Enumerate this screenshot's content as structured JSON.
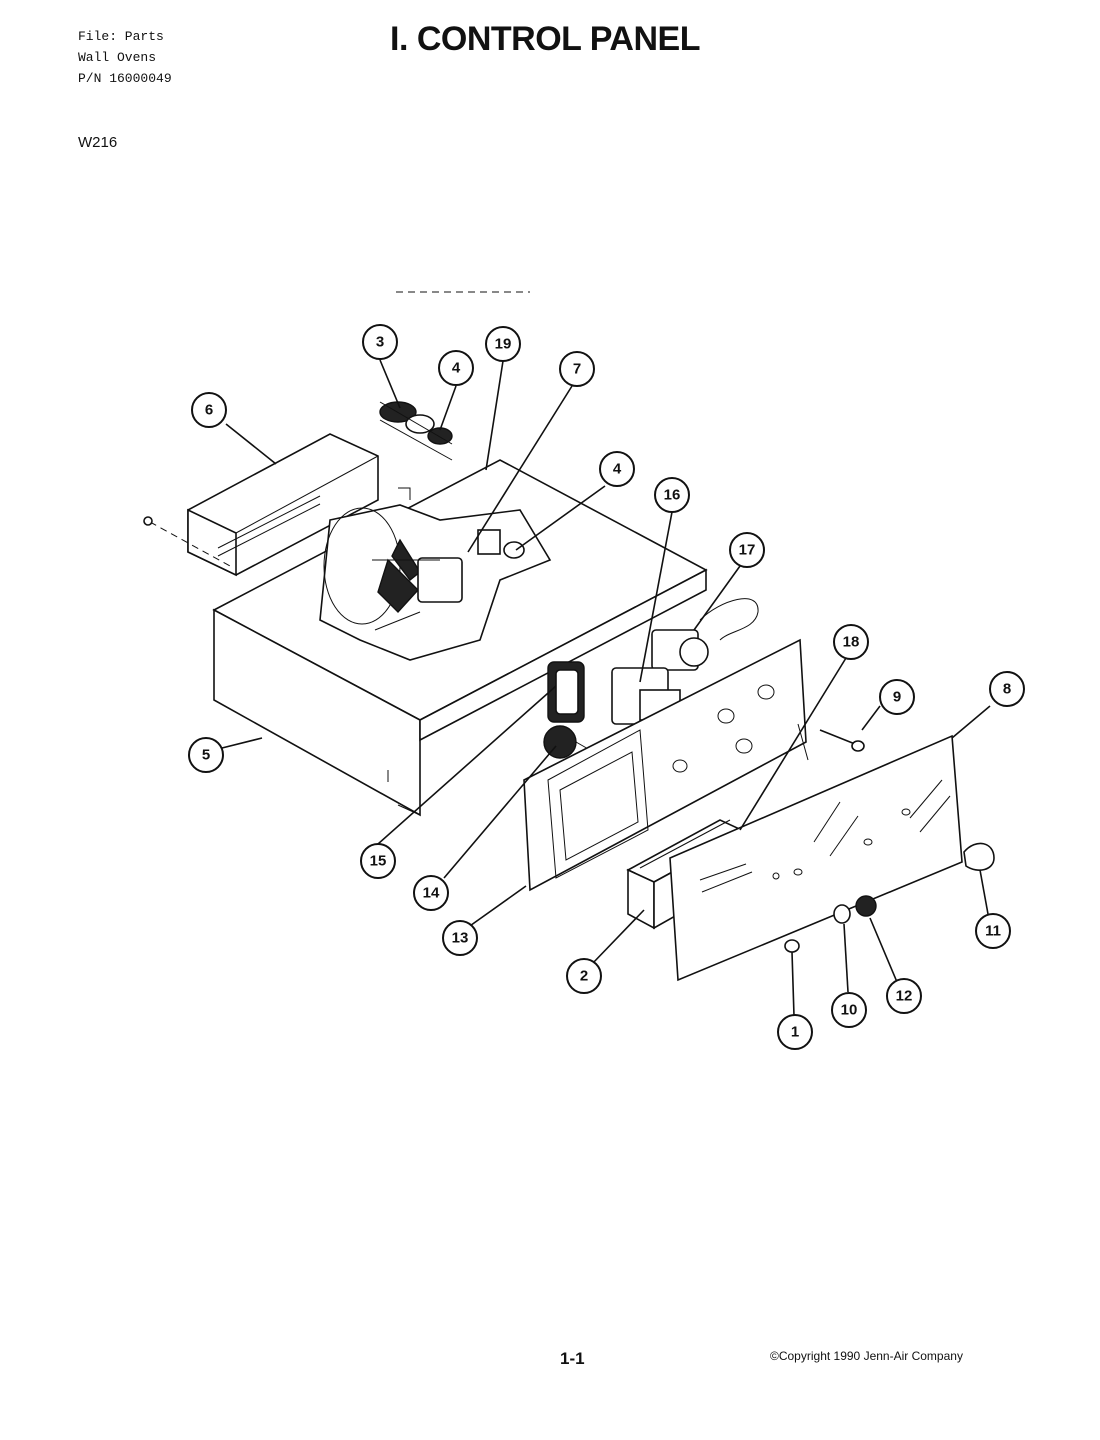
{
  "header": {
    "file_line": "File: Parts",
    "category_line": "Wall Ovens",
    "part_number_line": "P/N 16000049"
  },
  "title": "I. CONTROL PANEL",
  "model": "W216",
  "callouts": [
    {
      "id": "callout-1",
      "label": "1"
    },
    {
      "id": "callout-2",
      "label": "2"
    },
    {
      "id": "callout-3",
      "label": "3"
    },
    {
      "id": "callout-4a",
      "label": "4"
    },
    {
      "id": "callout-4b",
      "label": "4"
    },
    {
      "id": "callout-5",
      "label": "5"
    },
    {
      "id": "callout-6",
      "label": "6"
    },
    {
      "id": "callout-7",
      "label": "7"
    },
    {
      "id": "callout-8",
      "label": "8"
    },
    {
      "id": "callout-9",
      "label": "9"
    },
    {
      "id": "callout-10",
      "label": "10"
    },
    {
      "id": "callout-11",
      "label": "11"
    },
    {
      "id": "callout-12",
      "label": "12"
    },
    {
      "id": "callout-13",
      "label": "13"
    },
    {
      "id": "callout-14",
      "label": "14"
    },
    {
      "id": "callout-15",
      "label": "15"
    },
    {
      "id": "callout-16",
      "label": "16"
    },
    {
      "id": "callout-17",
      "label": "17"
    },
    {
      "id": "callout-18",
      "label": "18"
    },
    {
      "id": "callout-19",
      "label": "19"
    }
  ],
  "footer": {
    "page_number": "1-1",
    "copyright": "©Copyright 1990 Jenn-Air Company"
  }
}
